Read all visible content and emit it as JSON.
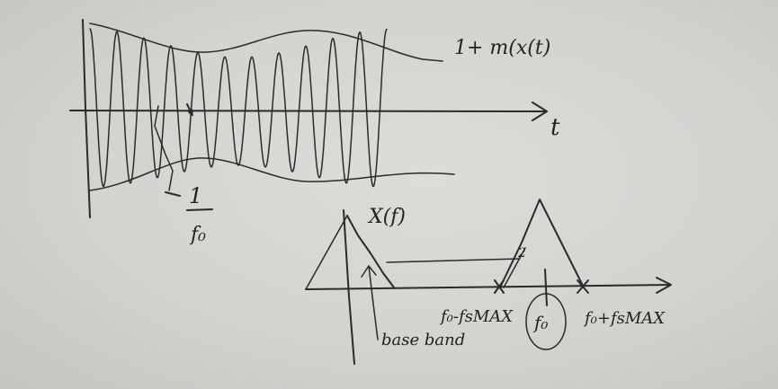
{
  "labels": {
    "envelope": "1+ m(x(t)",
    "time_axis": "t",
    "period_num": "1",
    "period_den": "f₀",
    "spectrum": "X(f)",
    "tick_left": "f₀-fsMAX",
    "tick_center": "f₀",
    "tick_right": "f₀+fsMAX",
    "baseband": "base band",
    "peak_mark": "2"
  },
  "colors": {
    "ink": "#2a2a2a",
    "board": "#d3d3d0"
  }
}
